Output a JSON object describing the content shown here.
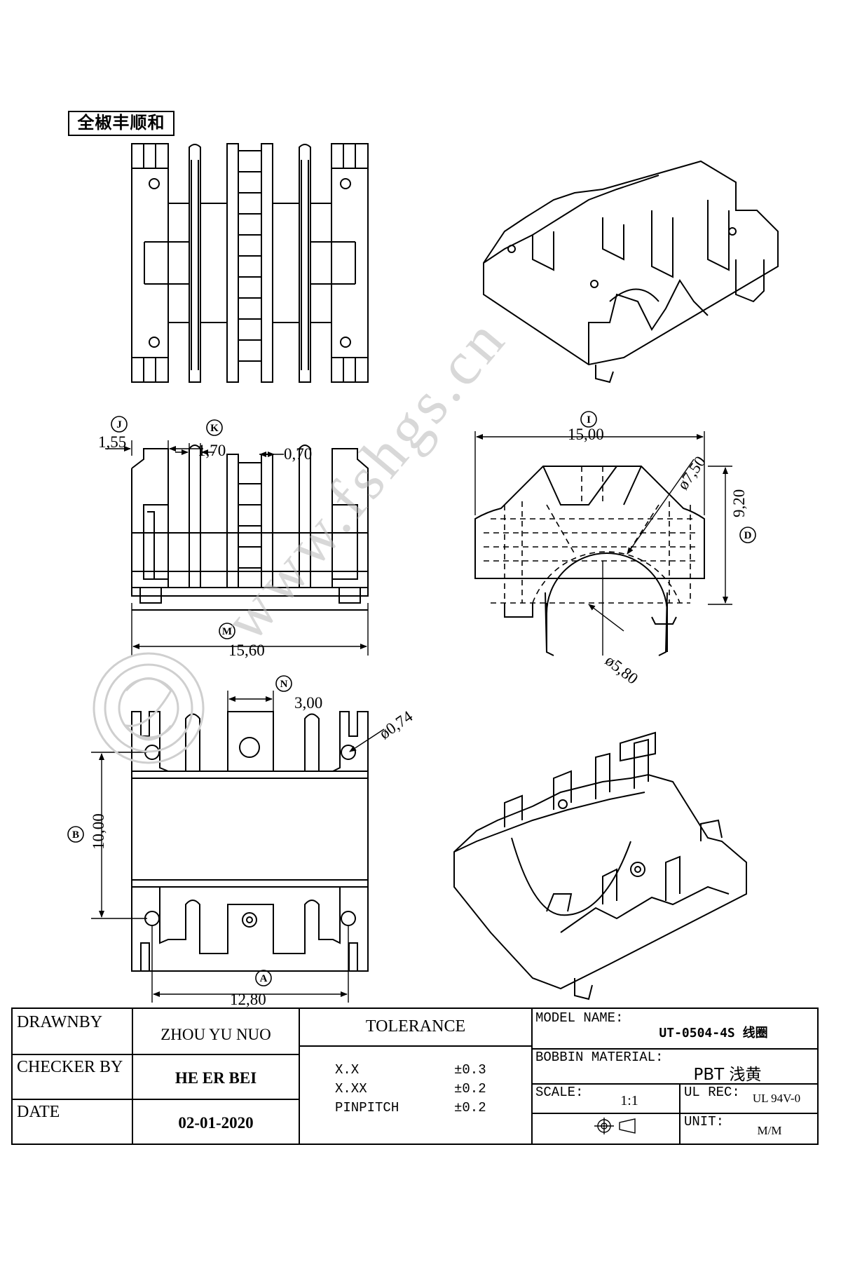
{
  "company_label": "全椒丰顺和",
  "watermark": "www.fshgs.cn",
  "dimensions": {
    "j": {
      "tag": "J",
      "value": "1,55"
    },
    "k": {
      "tag": "K",
      "value": "1,70"
    },
    "k2": {
      "value": "0,70"
    },
    "i": {
      "tag": "I",
      "value": "15,00"
    },
    "d": {
      "tag": "D",
      "value": "9,20"
    },
    "diam_large": {
      "value": "ø7,50"
    },
    "diam_core": {
      "value": "ø5,80"
    },
    "m": {
      "tag": "M",
      "value": "15,60"
    },
    "n": {
      "tag": "N",
      "value": "3,00"
    },
    "pin": {
      "value": "ø0,74"
    },
    "b": {
      "tag": "B",
      "value": "10,00"
    },
    "a": {
      "tag": "A",
      "value": "12,80"
    }
  },
  "title_block": {
    "drawnby_label": "DRAWNBY",
    "drawnby_value": "ZHOU YU NUO",
    "checker_label": "CHECKER BY",
    "checker_value": "HE ER BEI",
    "date_label": "DATE",
    "date_value": "02-01-2020",
    "tolerance_label": "TOLERANCE",
    "tolerances": [
      {
        "key": "X.X",
        "value": "±0.3"
      },
      {
        "key": "X.XX",
        "value": "±0.2"
      },
      {
        "key": "PINPITCH",
        "value": "±0.2"
      }
    ],
    "model_label": "MODEL NAME:",
    "model_value": "UT-0504-4S 线圈",
    "material_label": "BOBBIN MATERIAL:",
    "material_value": "PBT 浅黄",
    "scale_label": "SCALE:",
    "scale_value": "1:1",
    "ul_label": "UL REC:",
    "ul_value": "UL 94V-0",
    "unit_label": "UNIT:",
    "unit_value": "M/M"
  }
}
